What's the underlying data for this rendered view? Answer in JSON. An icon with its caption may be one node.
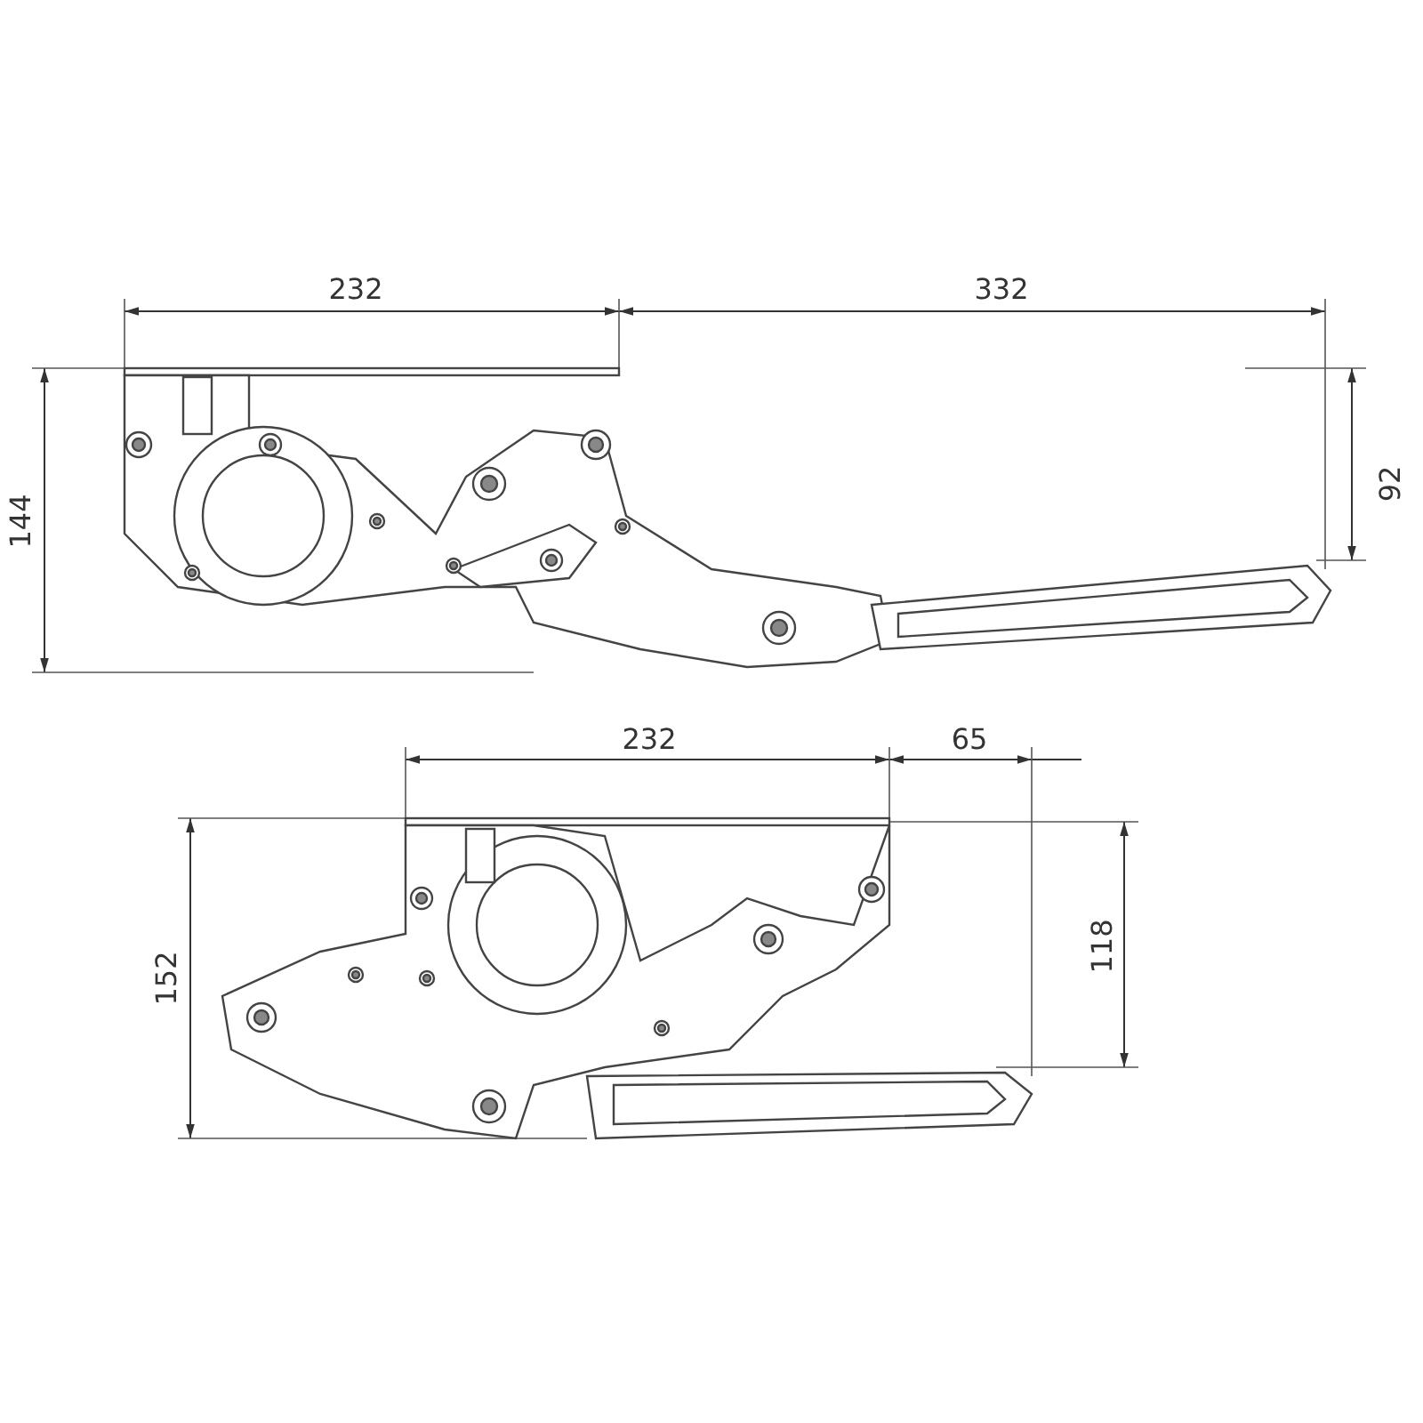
{
  "diagram": {
    "labels": [
      "232",
      "332",
      "144",
      "92",
      "232",
      "65",
      "152",
      "118"
    ]
  }
}
